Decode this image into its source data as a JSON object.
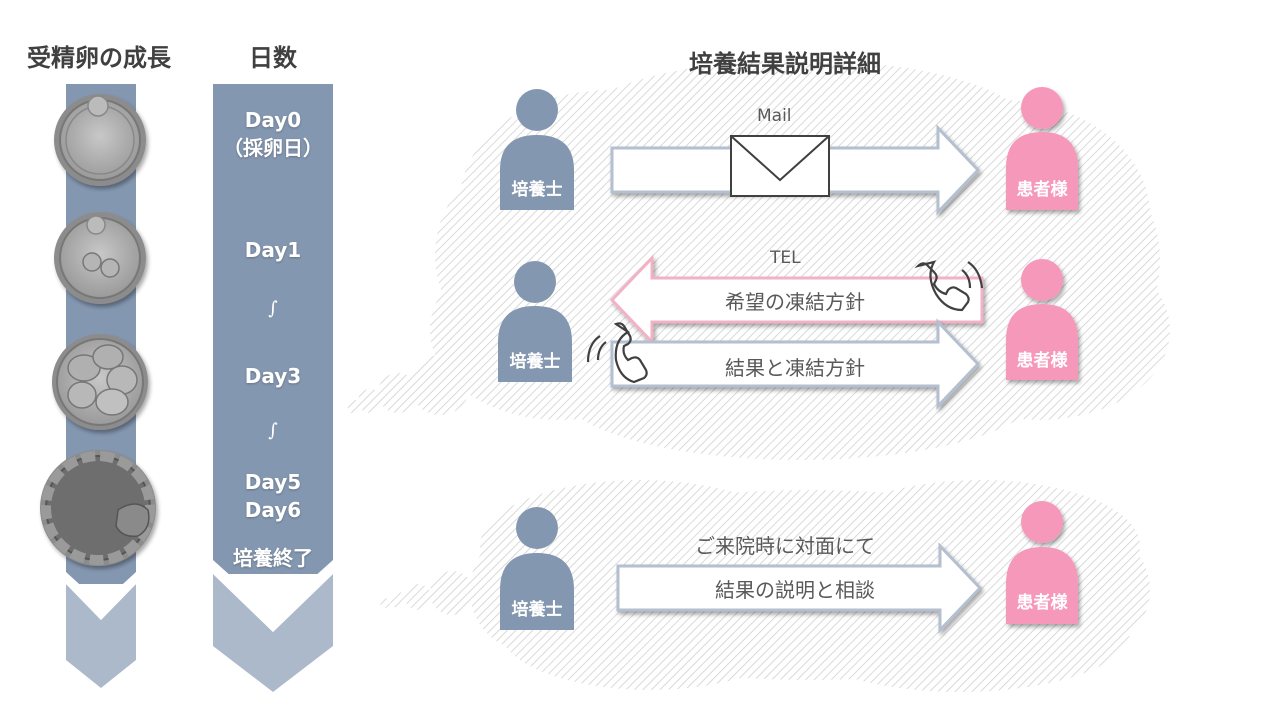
{
  "headers": {
    "embryo_growth": "受精卵の成長",
    "days": "日数",
    "details": "培養結果説明詳細"
  },
  "timeline": {
    "day0": "Day0",
    "day0_sub": "（採卵日）",
    "day1": "Day1",
    "tilde1": "∫",
    "day3": "Day3",
    "tilde2": "∫",
    "day5": "Day5",
    "day6": "Day6",
    "end": "培養終了"
  },
  "scenarios": {
    "mail": {
      "channel_label": "Mail",
      "sender": "培養士",
      "receiver": "患者様"
    },
    "tel": {
      "channel_label": "TEL",
      "sender": "培養士",
      "receiver": "患者様",
      "arrow_back_text": "希望の凍結方針",
      "arrow_forward_text": "結果と凍結方針"
    },
    "visit": {
      "top_text": "ご来院時に対面にて",
      "arrow_text": "結果の説明と相談",
      "sender": "培養士",
      "receiver": "患者様"
    }
  },
  "colors": {
    "staff": "#8497b0",
    "patient": "#f598b9",
    "column": "#8497b0",
    "column_light": "#acb9ca",
    "text": "#595959"
  }
}
